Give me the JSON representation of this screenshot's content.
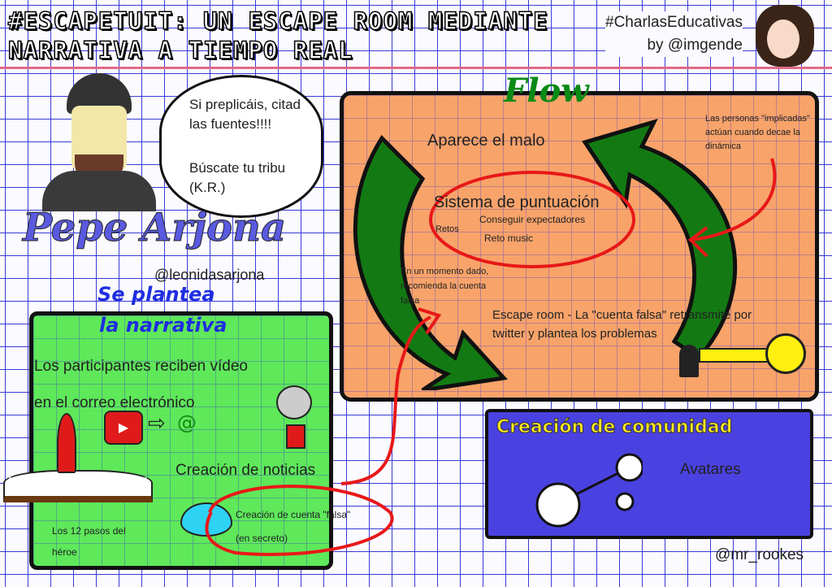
{
  "header": {
    "title_line1": "#ESCAPETUIT: UN ESCAPE ROOM MEDIANTE",
    "title_line2": "NARRATIVA A TIEMPO REAL",
    "hashtag": "#CharlasEducativas",
    "byline": "by @imgende"
  },
  "speaker": {
    "bubble_line1": "Si preplicáis, citad las fuentes!!!!",
    "bubble_line2": "Búscate tu tribu (K.R.)",
    "name": "Pepe Arjona",
    "handle": "@leonidasarjona"
  },
  "flow": {
    "title": "Flow",
    "aparece": "Aparece el malo",
    "personas": "Las personas \"implicadas\" actúan cuando decae la dinámica",
    "sistema": "Sistema de puntuación",
    "conseguir": "Conseguir expectadores",
    "retos": "Retos",
    "reto_music": "Reto music",
    "momento": "En un momento dado, recomienda la cuenta falsa",
    "escape": "Escape room - La \"cuenta falsa\" retransmite por twitter y plantea los problemas"
  },
  "narrativa": {
    "heading1": "Se plantea",
    "heading2": "la narrativa",
    "participantes": "Los participantes reciben vídeo en el correo electrónico",
    "noticias": "Creación de noticias",
    "cuenta": "Creación de cuenta \"falsa\"",
    "secreto": "(en secreto)",
    "pasos": "Los 12 pasos del héroe"
  },
  "comunidad": {
    "title": "Creación de comunidad",
    "avatares": "Avatares"
  },
  "credit": "@mr_rookes"
}
